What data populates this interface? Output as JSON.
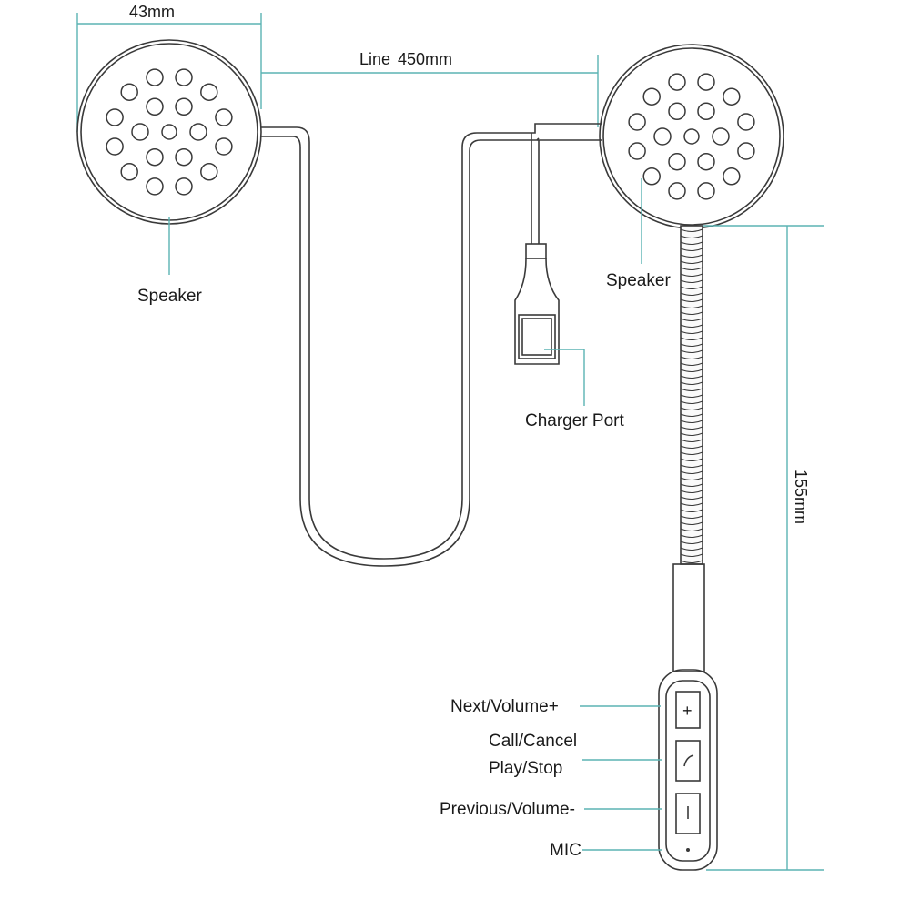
{
  "dimensions": {
    "speaker_width": "43mm",
    "line_prefix": "Line",
    "line_length": "450mm",
    "boom_length": "155mm"
  },
  "labels": {
    "speaker_left": "Speaker",
    "speaker_right": "Speaker",
    "charger_port": "Charger Port",
    "next_volume_up": "Next/Volume+",
    "call_cancel": "Call/Cancel",
    "play_stop": "Play/Stop",
    "previous_volume_down": "Previous/Volume-",
    "mic": "MIC"
  },
  "colors": {
    "outline": "#3a3a3a",
    "dimension_line": "#5bb3b3",
    "text": "#1a1a1a"
  }
}
